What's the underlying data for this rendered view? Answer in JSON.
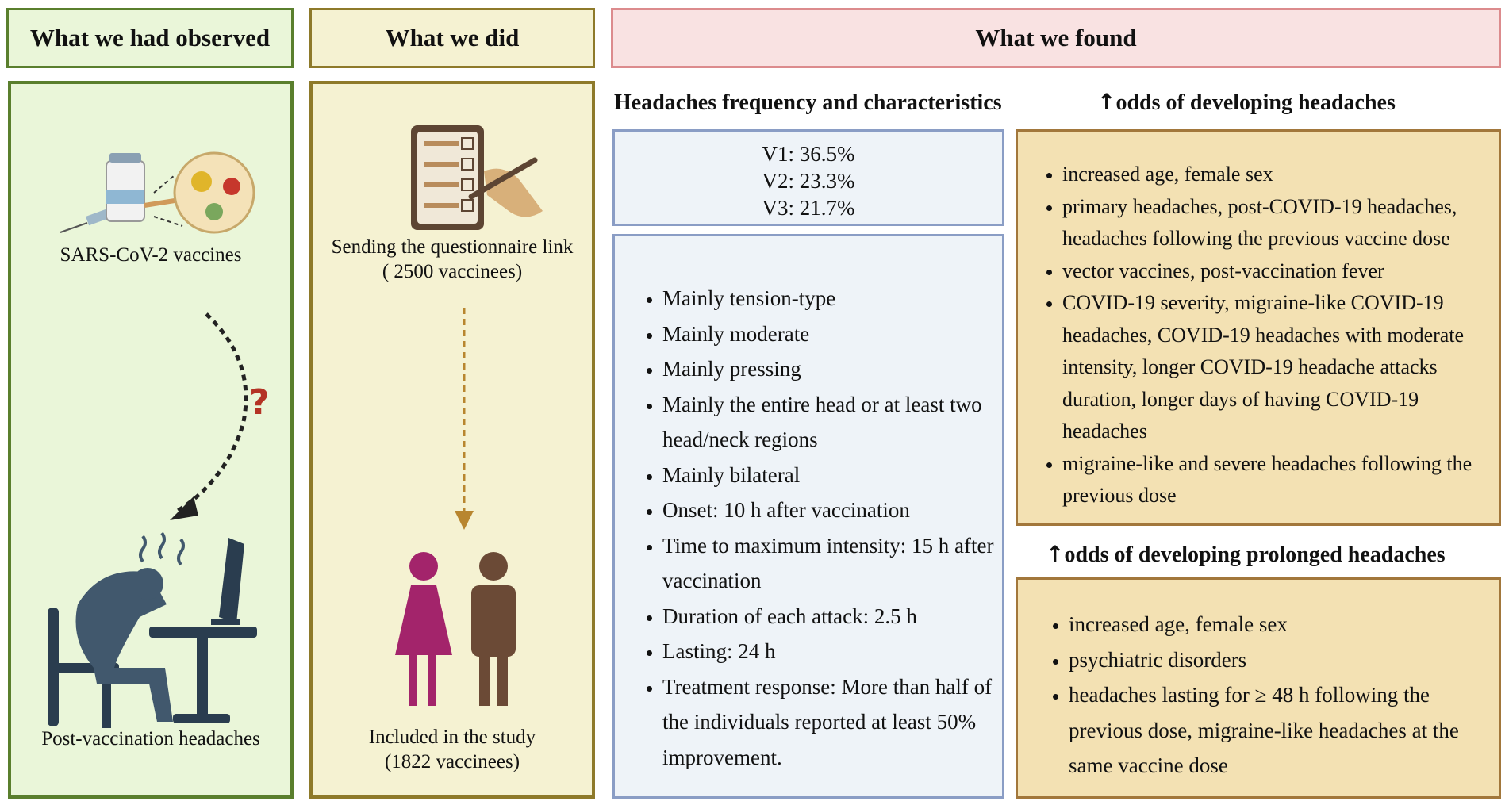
{
  "headers": {
    "observed": "What we had observed",
    "did": "What we did",
    "found": "What we found"
  },
  "observed_panel": {
    "top_caption": "SARS-CoV-2 vaccines",
    "question_mark": "?",
    "bottom_caption": "Post-vaccination headaches"
  },
  "did_panel": {
    "top_caption_line1": "Sending the questionnaire link",
    "top_caption_line2": "( 2500 vaccinees)",
    "bottom_caption_line1": "Included in the study",
    "bottom_caption_line2": "(1822 vaccinees)"
  },
  "found_panel": {
    "freq_title": "Headaches frequency and characteristics",
    "frequencies": [
      "V1: 36.5%",
      "V2: 23.3%",
      "V3: 21.7%"
    ],
    "characteristics": [
      "Mainly tension-type",
      "Mainly moderate",
      "Mainly pressing",
      "Mainly the entire head  or at least two head/neck regions",
      "Mainly bilateral",
      "Onset: 10 h after vaccination",
      "Time to maximum intensity: 15 h after vaccination",
      "Duration of each attack: 2.5  h",
      "Lasting: 24 h",
      "Treatment response: More than half of the individuals reported at least 50% improvement."
    ],
    "odds_title": "odds of developing headaches",
    "odds_items": [
      "increased age, female sex",
      "primary headaches, post-COVID-19 headaches, headaches following the previous vaccine dose",
      "vector vaccines, post-vaccination fever",
      "COVID-19 severity, migraine-like COVID-19 headaches, COVID-19 headaches with moderate intensity, longer COVID-19 headache attacks duration, longer days of having COVID-19 headaches",
      "migraine-like and severe headaches following the previous dose"
    ],
    "prolonged_title": "odds of developing prolonged headaches",
    "prolonged_items": [
      "increased age, female sex",
      "psychiatric disorders",
      "headaches lasting for ≥ 48 h following the previous dose, migraine-like headaches at the same vaccine dose"
    ],
    "up_arrow": "↑"
  },
  "colors": {
    "green_bg": "#eaf6d9",
    "green_border": "#5a7f2d",
    "yellow_bg": "#f5f2d2",
    "yellow_border": "#8e7a2a",
    "pink_bg": "#f9e2e2",
    "pink_border": "#dc8b8d",
    "blue_bg": "#eef3f8",
    "blue_border": "#8a9dc5",
    "tan_bg": "#f3e1b3",
    "tan_border": "#a2773b",
    "woman": "#a3246b",
    "man": "#6b4a36",
    "desk_dark": "#2a3d4f",
    "person_blue": "#41586d"
  }
}
